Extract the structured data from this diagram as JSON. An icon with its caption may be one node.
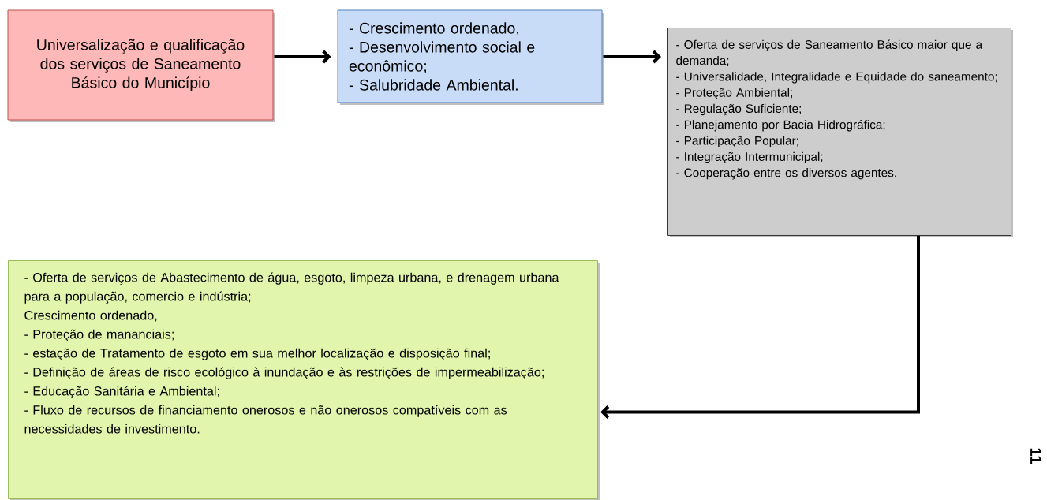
{
  "diagram": {
    "nodes": [
      {
        "text": [
          "Universalização e qualificação dos serviços de Saneamento Básico do Município"
        ]
      },
      {
        "text": [
          "- Crescimento ordenado,",
          "- Desenvolvimento social e econômico;",
          "- Salubridade Ambiental."
        ]
      },
      {
        "text": [
          "- Oferta de serviços de Saneamento Básico maior que a demanda;",
          "- Universalidade, Integralidade e Equidade do saneamento;",
          "- Proteção Ambiental;",
          "- Regulação Suficiente;",
          "- Planejamento por Bacia Hidrográfica;",
          "- Participação Popular;",
          "- Integração Intermunicipal;",
          "- Cooperação entre os diversos agentes."
        ]
      },
      {
        "text": [
          "- Oferta de serviços de Abastecimento de água, esgoto, limpeza urbana, e drenagem urbana para a população, comercio e indústria;",
          "Crescimento ordenado,",
          "- Proteção de mananciais;",
          "- estação de Tratamento de esgoto em sua melhor localização e disposição final;",
          "- Definição de áreas de risco ecológico à inundação e às restrições de impermeabilização;",
          "- Educação Sanitária e Ambiental;",
          "- Fluxo de recursos de financiamento onerosos e não onerosos compatíveis com as necessidades de investimento."
        ]
      }
    ],
    "edges": [
      {
        "from": 0,
        "to": 1,
        "arrow": "to"
      },
      {
        "from": 1,
        "to": 2,
        "arrow": "to"
      },
      {
        "from": 2,
        "to": 3,
        "arrow": "to"
      }
    ],
    "labels": [
      "11"
    ]
  }
}
